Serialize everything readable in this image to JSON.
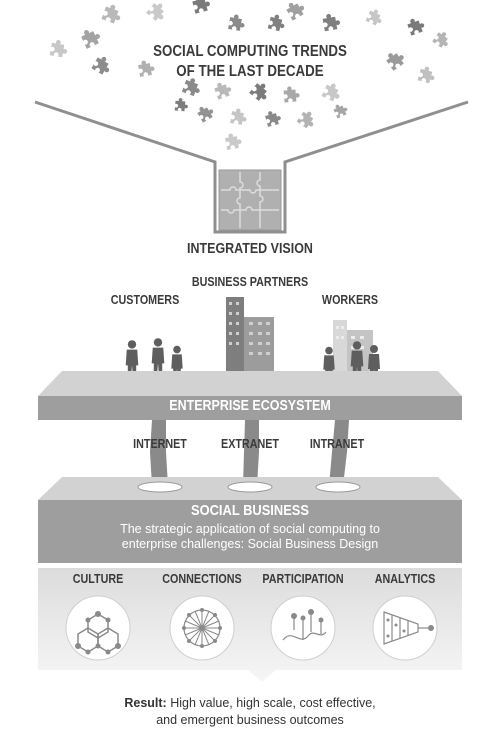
{
  "title_line1": "SOCIAL COMPUTING TRENDS",
  "title_line2": "OF THE LAST DECADE",
  "integrated_vision": "INTEGRATED VISION",
  "stakeholders": {
    "customers": "CUSTOMERS",
    "partners": "BUSINESS PARTNERS",
    "workers": "WORKERS"
  },
  "ecosystem": "ENTERPRISE ECOSYSTEM",
  "networks": [
    "INTERNET",
    "EXTRANET",
    "INTRANET"
  ],
  "social_business": {
    "title": "SOCIAL BUSINESS",
    "line1": "The strategic application of social computing to",
    "line2": "enterprise challenges: Social Business Design"
  },
  "pillars": [
    {
      "label": "CULTURE",
      "icon": "hexagon-network-icon"
    },
    {
      "label": "CONNECTIONS",
      "icon": "network-star-icon"
    },
    {
      "label": "PARTICIPATION",
      "icon": "participation-wave-icon"
    },
    {
      "label": "ANALYTICS",
      "icon": "funnel-icon"
    }
  ],
  "result": {
    "prefix": "Result:",
    "line1": "High value, high scale, cost effective,",
    "line2": "and emergent business outcomes"
  },
  "colors": {
    "dark": "#8a8a8a",
    "medium": "#a8a8a8",
    "light": "#d4d4d4",
    "text": "#3a3a3a"
  }
}
